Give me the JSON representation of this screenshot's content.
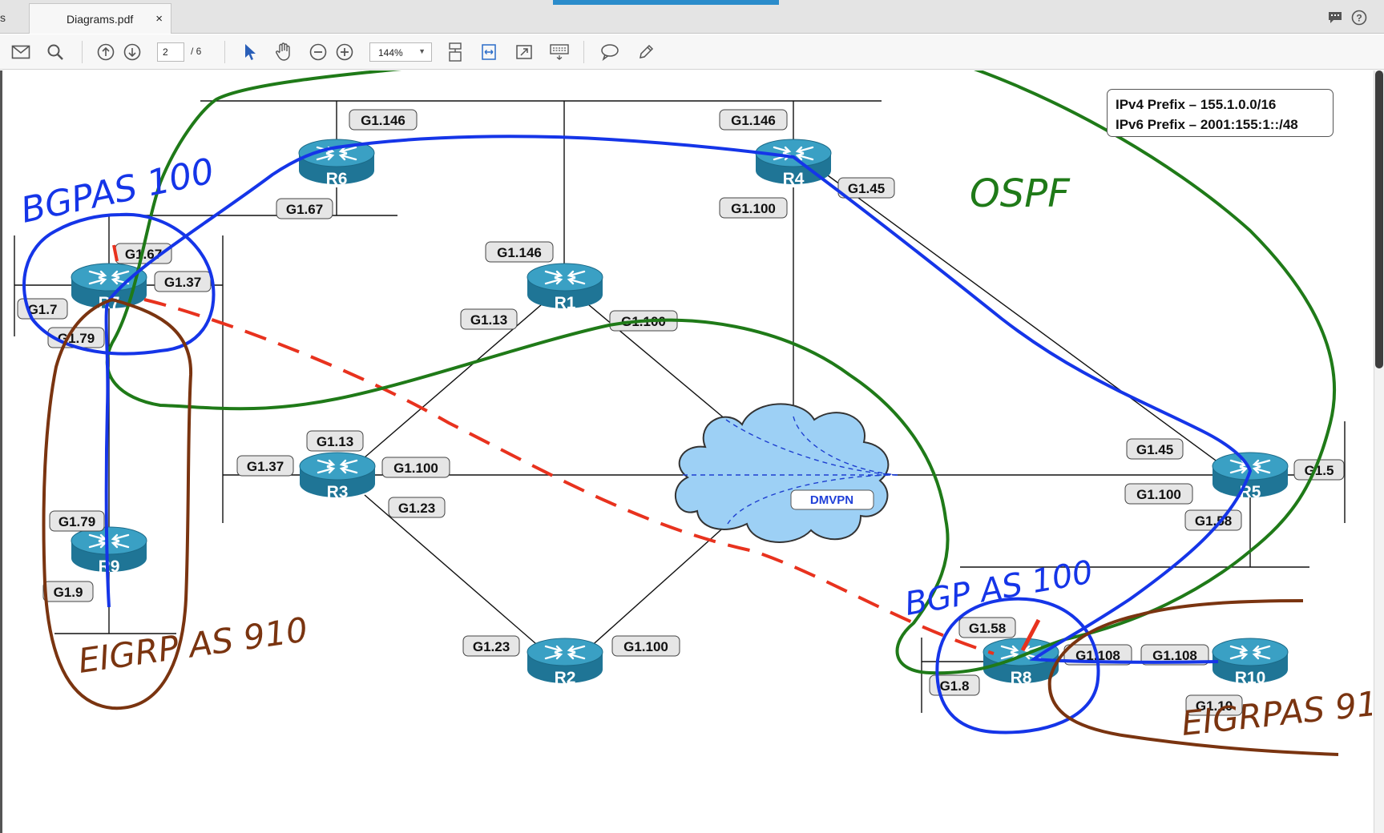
{
  "window": {
    "prev_tab_stub": "s",
    "tab_title": "Diagrams.pdf",
    "tab_close": "×"
  },
  "toolbar": {
    "page_current": "2",
    "page_total": "/ 6",
    "zoom": "144%"
  },
  "prefix_box": {
    "ipv4": "IPv4 Prefix – 155.1.0.0/16",
    "ipv6": "IPv6 Prefix – 2001:155:1::/48"
  },
  "routers": {
    "r1": "R1",
    "r2": "R2",
    "r3": "R3",
    "r4": "R4",
    "r5": "R5",
    "r6": "R6",
    "r7": "R7",
    "r8": "R8",
    "r9": "R9",
    "r10": "R10"
  },
  "cloud_label": "DMVPN",
  "interface_labels": {
    "r6_top": "G1.146",
    "r6_bottom": "G1.67",
    "r4_top": "G1.146",
    "r4_right": "G1.45",
    "r4_bottom": "G1.100",
    "r7_top": "G1.67",
    "r7_right": "G1.37",
    "r7_left": "G1.7",
    "r7_bottom": "G1.79",
    "r1_top": "G1.146",
    "r1_left": "G1.13",
    "r1_right": "G1.100",
    "r3_top": "G1.13",
    "r3_left": "G1.37",
    "r3_right": "G1.100",
    "r3_bottom": "G1.23",
    "r9_top": "G1.79",
    "r9_bottom": "G1.9",
    "r2_left": "G1.23",
    "r2_right": "G1.100",
    "r5_left_top": "G1.45",
    "r5_left_bottom": "G1.100",
    "r5_right": "G1.5",
    "r5_bottom": "G1.58",
    "r8_top": "G1.58",
    "r8_left": "G1.8",
    "r8_right": "G1.108",
    "r10_left": "G1.108",
    "r10_bottom": "G1.10"
  },
  "annotations": {
    "bgp_left": "BGPAS 100",
    "ospf": "OSPF",
    "eigrp_left": "EIGRP AS 910",
    "bgp_right": "BGP AS 100",
    "eigrp_right": "EIGRPAS 910"
  },
  "colors": {
    "router_body": "#1f7596",
    "router_top": "#3aa0c4",
    "ink_blue": "#1535e8",
    "ink_green": "#1f7a18",
    "ink_brown": "#7a3410",
    "ink_red": "#e8321e",
    "cloud_fill": "#9dd0f5"
  }
}
